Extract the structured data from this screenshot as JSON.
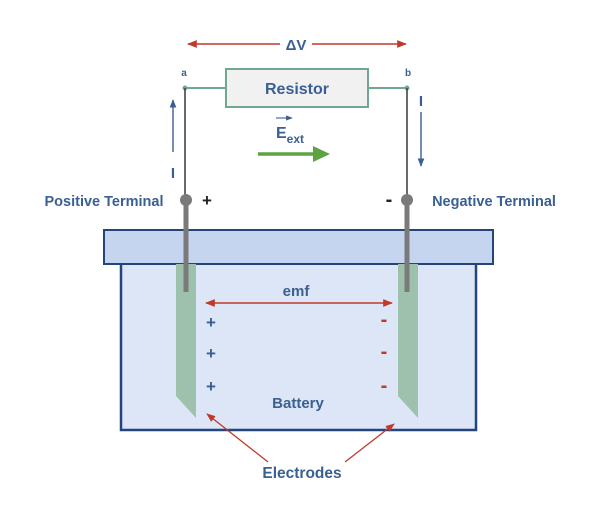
{
  "labels": {
    "delta_v": "ΔV",
    "node_a": "a",
    "node_b": "b",
    "resistor": "Resistor",
    "e_ext_main": "E",
    "e_ext_sub": "ext",
    "current_left": "I",
    "current_right": "I",
    "positive_terminal": "Positive Terminal",
    "negative_terminal": "Negative Terminal",
    "plus_sign": "+",
    "minus_sign": "-",
    "emf": "emf",
    "battery": "Battery",
    "electrodes": "Electrodes"
  },
  "colors": {
    "text_blue": "#3a5f93",
    "arrow_red": "#c0392b",
    "wire_green": "#6fa88e",
    "efield_green": "#5da342",
    "electrode_green": "#9ec1ad",
    "battery_fill": "#dde6f7",
    "battery_border": "#23457c",
    "lid_fill": "#c5d4ef",
    "terminal_gray": "#7a7a7a",
    "resistor_fill": "#f1f1f1"
  }
}
